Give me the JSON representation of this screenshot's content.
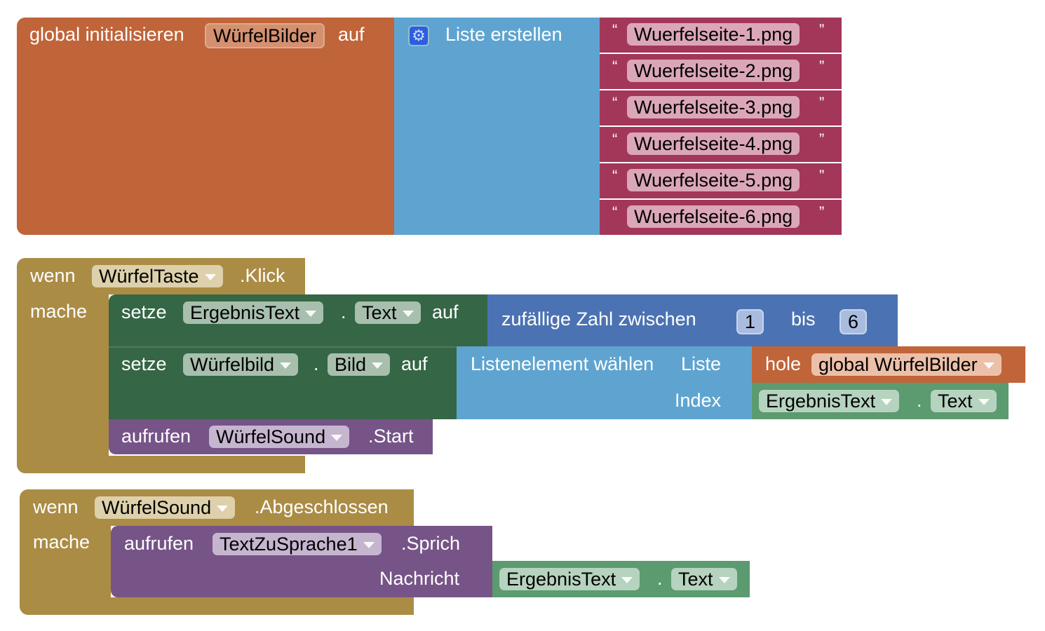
{
  "global_init": {
    "label": "global initialisieren",
    "name": "WürfelBilder",
    "to": "auf"
  },
  "make_list": {
    "label": "Liste erstellen",
    "icon": "gear-icon",
    "items": [
      "Wuerfelseite-1.png",
      "Wuerfelseite-2.png",
      "Wuerfelseite-3.png",
      "Wuerfelseite-4.png",
      "Wuerfelseite-5.png",
      "Wuerfelseite-6.png"
    ],
    "open_quote": "“",
    "close_quote": "”"
  },
  "event1": {
    "when": "wenn",
    "component": "WürfelTaste",
    "event": ".Klick",
    "do": "mache",
    "set1": {
      "set": "setze",
      "component": "ErgebnisText",
      "dot": ".",
      "property": "Text",
      "to": "auf",
      "random": {
        "label": "zufällige Zahl zwischen",
        "from": "1",
        "between": "bis",
        "to": "6"
      }
    },
    "set2": {
      "set": "setze",
      "component": "Würfelbild",
      "dot": ".",
      "property": "Bild",
      "to": "auf",
      "select": {
        "label": "Listenelement wählen",
        "list": "Liste",
        "index": "Index",
        "get": "hole",
        "var": "global WürfelBilder",
        "getter_component": "ErgebnisText",
        "getter_property": "Text"
      }
    },
    "call": {
      "call": "aufrufen",
      "component": "WürfelSound",
      "method": ".Start"
    }
  },
  "event2": {
    "when": "wenn",
    "component": "WürfelSound",
    "event": ".Abgeschlossen",
    "do": "mache",
    "call": {
      "call": "aufrufen",
      "component": "TextZuSprache1",
      "method": ".Sprich",
      "arg": "Nachricht",
      "getter_component": "ErgebnisText",
      "dot": ".",
      "getter_property": "Text"
    }
  }
}
